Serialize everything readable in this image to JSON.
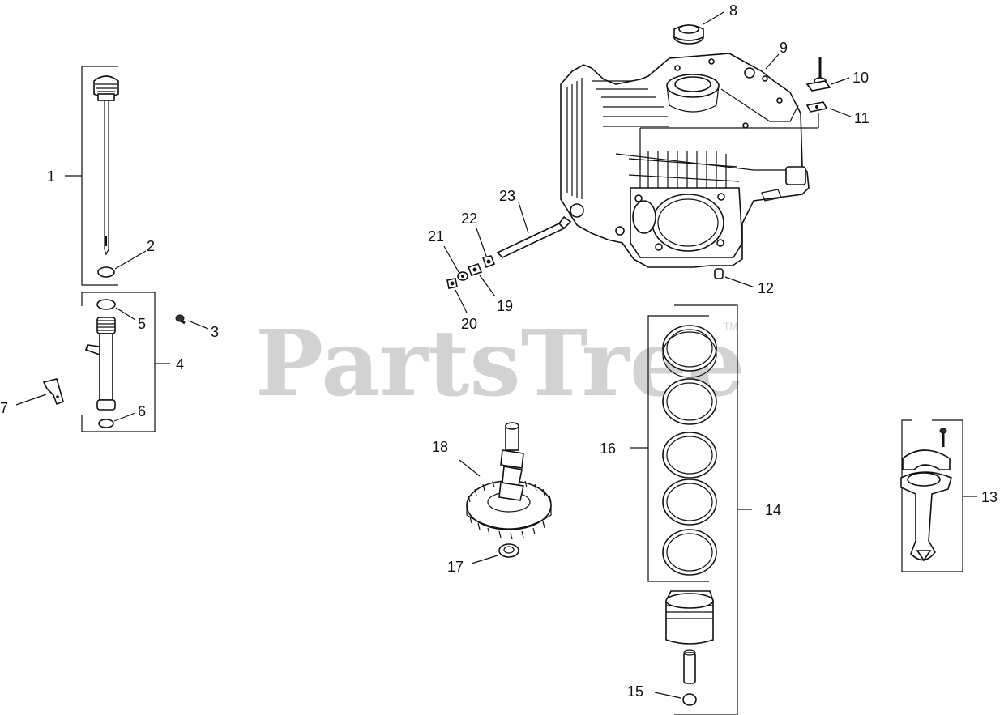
{
  "watermark": {
    "text": "PartsTree",
    "tm": "TM"
  },
  "callouts": {
    "c1": "1",
    "c2": "2",
    "c3": "3",
    "c4": "4",
    "c5": "5",
    "c6": "6",
    "c7": "7",
    "c8": "8",
    "c9": "9",
    "c10": "10",
    "c11": "11",
    "c12": "12",
    "c13": "13",
    "c14": "14",
    "c15": "15",
    "c16": "16",
    "c17": "17",
    "c18": "18",
    "c19": "19",
    "c20": "20",
    "c21": "21",
    "c22": "22",
    "c23": "23"
  },
  "colors": {
    "ink": "#111111",
    "watermark": "#d2d2d2",
    "background": "#ffffff"
  }
}
